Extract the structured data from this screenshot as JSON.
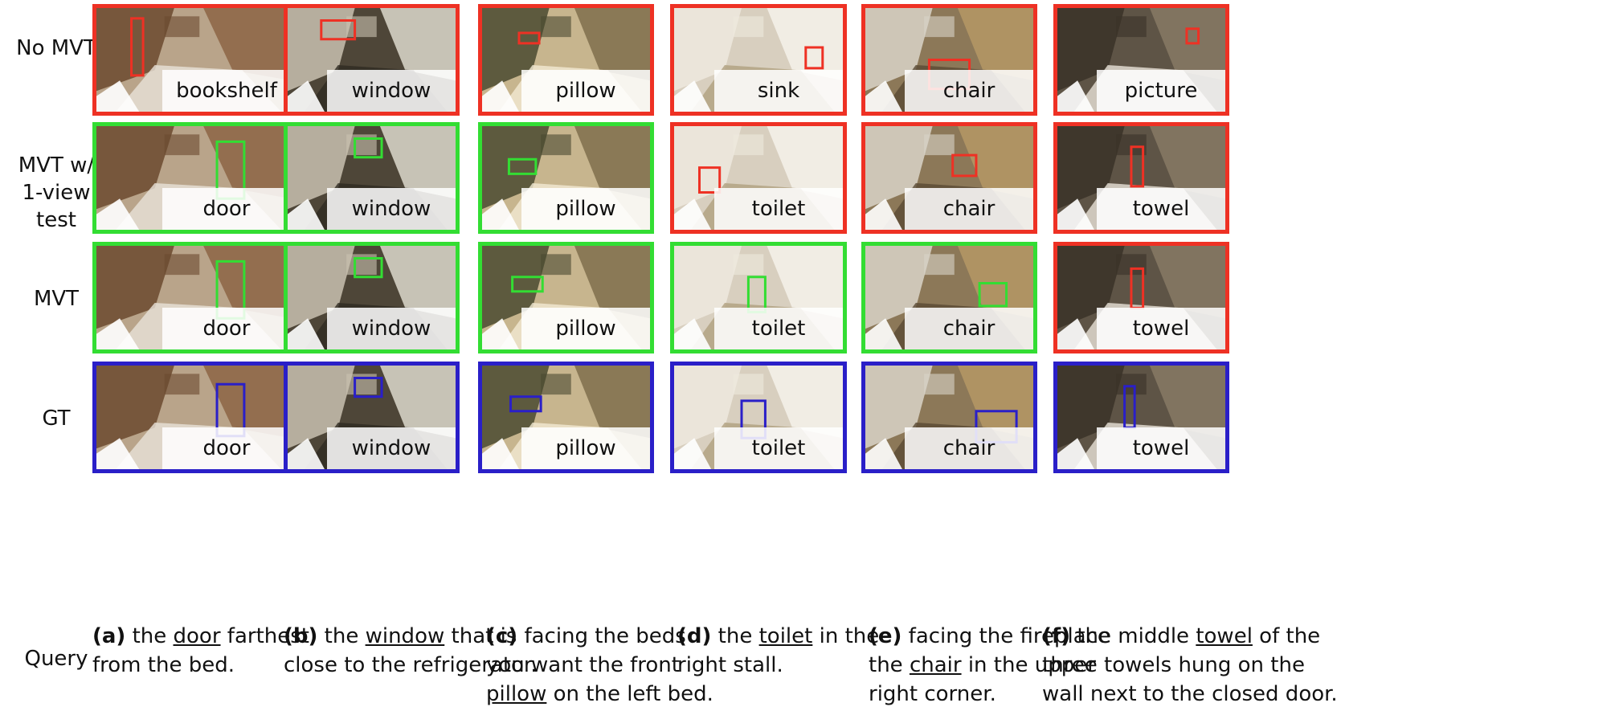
{
  "row_labels": [
    "No MVT",
    "MVT w/\n1-view test",
    "MVT",
    "GT"
  ],
  "query_label": "Query",
  "colors": {
    "wrong": "#ee3124",
    "correct": "#33dd33",
    "gt": "#2a1fc8"
  },
  "columns": [
    {
      "labels": [
        "bookshelf",
        "door",
        "door",
        "door"
      ],
      "status": [
        "wrong",
        "correct",
        "correct",
        "gt"
      ],
      "query": {
        "letter": "(a)",
        "before": " the ",
        "target": "door",
        "after": " farthest\nfrom the bed."
      }
    },
    {
      "labels": [
        "window",
        "window",
        "window",
        "window"
      ],
      "status": [
        "wrong",
        "correct",
        "correct",
        "gt"
      ],
      "query": {
        "letter": "(b)",
        "before": " the ",
        "target": "window",
        "after": " that is\nclose to the refrigerator."
      }
    },
    {
      "labels": [
        "pillow",
        "pillow",
        "pillow",
        "pillow"
      ],
      "status": [
        "wrong",
        "correct",
        "correct",
        "gt"
      ],
      "query": {
        "letter": "(c)",
        "before": " facing the beds\nyou want the front\n",
        "target": "pillow",
        "after": " on the left bed."
      }
    },
    {
      "labels": [
        "sink",
        "toilet",
        "toilet",
        "toilet"
      ],
      "status": [
        "wrong",
        "wrong",
        "correct",
        "gt"
      ],
      "query": {
        "letter": "(d)",
        "before": " the ",
        "target": "toilet",
        "after": " in the\nright stall."
      }
    },
    {
      "labels": [
        "chair",
        "chair",
        "chair",
        "chair"
      ],
      "status": [
        "wrong",
        "wrong",
        "correct",
        "gt"
      ],
      "query": {
        "letter": "(e)",
        "before": " facing the fireplace\nthe ",
        "target": "chair",
        "after": " in the upper\nright corner."
      }
    },
    {
      "labels": [
        "picture",
        "towel",
        "towel",
        "towel"
      ],
      "status": [
        "wrong",
        "wrong",
        "wrong",
        "gt"
      ],
      "query": {
        "letter": "(f)",
        "before": " the middle ",
        "target": "towel",
        "after": " of the\nthree towels hung on the\nwall next to the closed door."
      }
    }
  ]
}
